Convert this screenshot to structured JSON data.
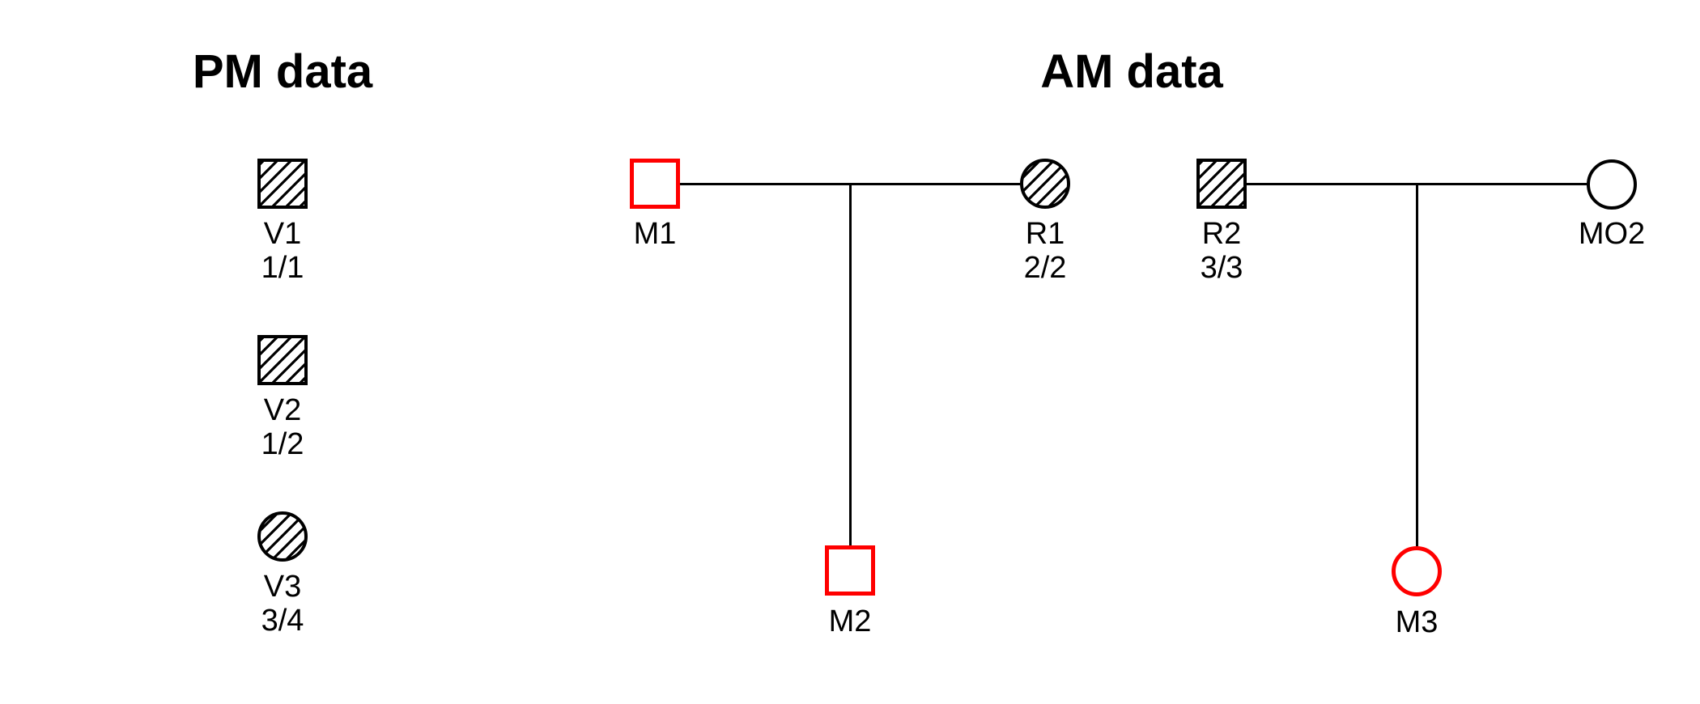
{
  "figure": {
    "background_color": "#ffffff",
    "line_color": "#000000",
    "missing_person_color": "#ff0000",
    "hatch_color": "#000000",
    "shape_legend": {
      "square": "male",
      "circle": "female",
      "hatched": "genotyped individual",
      "red_outline": "missing person"
    }
  },
  "pm_section": {
    "title": "PM data",
    "victims": [
      {
        "id": "V1",
        "label": "V1",
        "genotype": "1/1",
        "shape": "square",
        "style": "hatched-black"
      },
      {
        "id": "V2",
        "label": "V2",
        "genotype": "1/2",
        "shape": "square",
        "style": "hatched-black"
      },
      {
        "id": "V3",
        "label": "V3",
        "genotype": "3/4",
        "shape": "circle",
        "style": "hatched-black"
      }
    ]
  },
  "am_section": {
    "title": "AM data",
    "families": [
      {
        "father": {
          "id": "M1",
          "label": "M1",
          "shape": "square",
          "style": "red-outline"
        },
        "mother": {
          "id": "R1",
          "label": "R1",
          "genotype": "2/2",
          "shape": "circle",
          "style": "hatched-black"
        },
        "child": {
          "id": "M2",
          "label": "M2",
          "shape": "square",
          "style": "red-outline"
        }
      },
      {
        "father": {
          "id": "R2",
          "label": "R2",
          "genotype": "3/3",
          "shape": "square",
          "style": "hatched-black"
        },
        "mother": {
          "id": "MO2",
          "label": "MO2",
          "shape": "circle",
          "style": "black-outline"
        },
        "child": {
          "id": "M3",
          "label": "M3",
          "shape": "circle",
          "style": "red-outline"
        }
      }
    ]
  }
}
